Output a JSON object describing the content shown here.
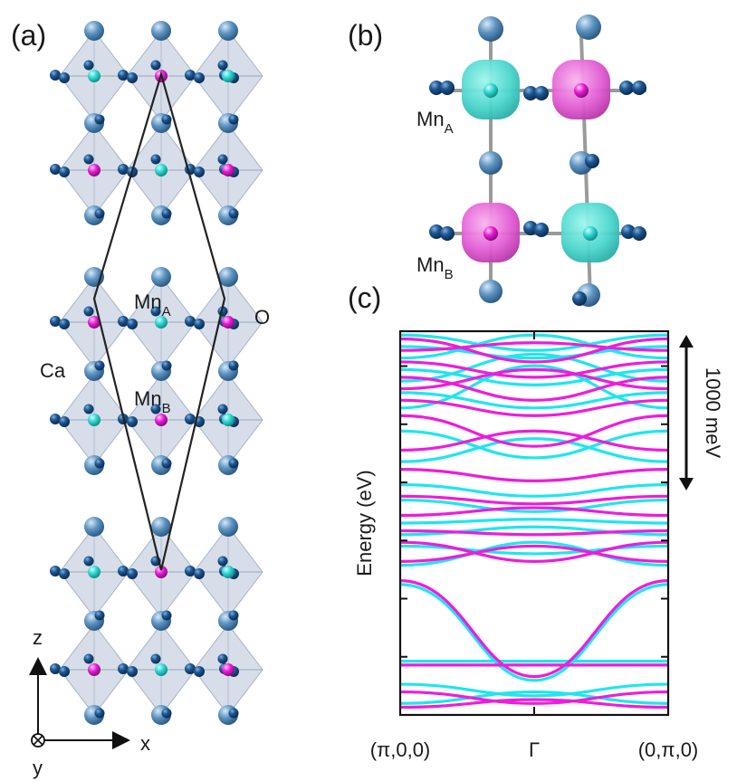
{
  "panels": {
    "a": {
      "label": "(a)",
      "atoms": {
        "mn_a": "Mn",
        "mn_a_sub": "A",
        "mn_b": "Mn",
        "mn_b_sub": "B",
        "ca": "Ca",
        "o": "O"
      },
      "axes": {
        "z": "z",
        "x": "x",
        "y": "y"
      }
    },
    "b": {
      "label": "(b)",
      "atoms": {
        "mn_a": "Mn",
        "mn_a_sub": "A",
        "mn_b": "Mn",
        "mn_b_sub": "B"
      }
    },
    "c": {
      "label": "(c)",
      "scale_bar": "1000 meV"
    }
  },
  "colors": {
    "mn_a": "#2fd6d0",
    "mn_b": "#e81ad6",
    "oxygen": "#174a7c",
    "calcium": "#4f86b4",
    "octahedron": "#c9d3e2",
    "band_up": "#1ee6ee",
    "band_down": "#ee1cdc",
    "cell": "#222222"
  },
  "chart_data": {
    "type": "line",
    "title": "",
    "xlabel": "",
    "ylabel": "Energy (eV)",
    "x_ticks": [
      "(π,0,0)",
      "Γ",
      "(0,π,0)"
    ],
    "x": [
      0,
      1,
      2
    ],
    "ylim": [
      0,
      1
    ],
    "series": [
      {
        "color": "cyan",
        "values": [
          0.99,
          0.95,
          0.99
        ]
      },
      {
        "color": "cyan",
        "values": [
          0.96,
          0.93,
          0.96
        ]
      },
      {
        "color": "cyan",
        "values": [
          0.93,
          0.99,
          0.93
        ]
      },
      {
        "color": "cyan",
        "values": [
          0.9,
          0.86,
          0.9
        ]
      },
      {
        "color": "cyan",
        "values": [
          0.87,
          0.94,
          0.87
        ]
      },
      {
        "color": "cyan",
        "values": [
          0.84,
          0.8,
          0.84
        ]
      },
      {
        "color": "cyan",
        "values": [
          0.8,
          0.91,
          0.8
        ]
      },
      {
        "color": "cyan",
        "values": [
          0.74,
          0.67,
          0.74
        ]
      },
      {
        "color": "cyan",
        "values": [
          0.66,
          0.72,
          0.66
        ]
      },
      {
        "color": "cyan",
        "values": [
          0.6,
          0.57,
          0.6
        ]
      },
      {
        "color": "cyan",
        "values": [
          0.56,
          0.53,
          0.56
        ]
      },
      {
        "color": "cyan",
        "values": [
          0.5,
          0.51,
          0.5
        ]
      },
      {
        "color": "cyan",
        "values": [
          0.47,
          0.49,
          0.47
        ]
      },
      {
        "color": "cyan",
        "values": [
          0.44,
          0.42,
          0.44
        ]
      },
      {
        "color": "cyan",
        "values": [
          0.39,
          0.45,
          0.39
        ]
      },
      {
        "color": "cyan",
        "values": [
          0.34,
          0.09,
          0.34
        ]
      },
      {
        "color": "cyan",
        "values": [
          0.14,
          0.14,
          0.14
        ]
      },
      {
        "color": "cyan",
        "values": [
          0.08,
          0.05,
          0.08
        ]
      },
      {
        "color": "cyan",
        "values": [
          0.03,
          0.06,
          0.03
        ]
      },
      {
        "color": "magenta",
        "values": [
          0.98,
          0.92,
          0.98
        ]
      },
      {
        "color": "magenta",
        "values": [
          0.95,
          0.97,
          0.95
        ]
      },
      {
        "color": "magenta",
        "values": [
          0.92,
          0.88,
          0.92
        ]
      },
      {
        "color": "magenta",
        "values": [
          0.88,
          0.82,
          0.88
        ]
      },
      {
        "color": "magenta",
        "values": [
          0.85,
          0.9,
          0.85
        ]
      },
      {
        "color": "magenta",
        "values": [
          0.82,
          0.78,
          0.82
        ]
      },
      {
        "color": "magenta",
        "values": [
          0.78,
          0.7,
          0.78
        ]
      },
      {
        "color": "magenta",
        "values": [
          0.69,
          0.74,
          0.69
        ]
      },
      {
        "color": "magenta",
        "values": [
          0.64,
          0.61,
          0.64
        ]
      },
      {
        "color": "magenta",
        "values": [
          0.57,
          0.55,
          0.57
        ]
      },
      {
        "color": "magenta",
        "values": [
          0.52,
          0.54,
          0.52
        ]
      },
      {
        "color": "magenta",
        "values": [
          0.48,
          0.47,
          0.48
        ]
      },
      {
        "color": "magenta",
        "values": [
          0.45,
          0.4,
          0.45
        ]
      },
      {
        "color": "magenta",
        "values": [
          0.4,
          0.44,
          0.4
        ]
      },
      {
        "color": "magenta",
        "values": [
          0.35,
          0.1,
          0.35
        ]
      },
      {
        "color": "magenta",
        "values": [
          0.13,
          0.13,
          0.13
        ]
      },
      {
        "color": "magenta",
        "values": [
          0.06,
          0.03,
          0.06
        ]
      },
      {
        "color": "magenta",
        "values": [
          0.02,
          0.04,
          0.02
        ]
      }
    ]
  }
}
